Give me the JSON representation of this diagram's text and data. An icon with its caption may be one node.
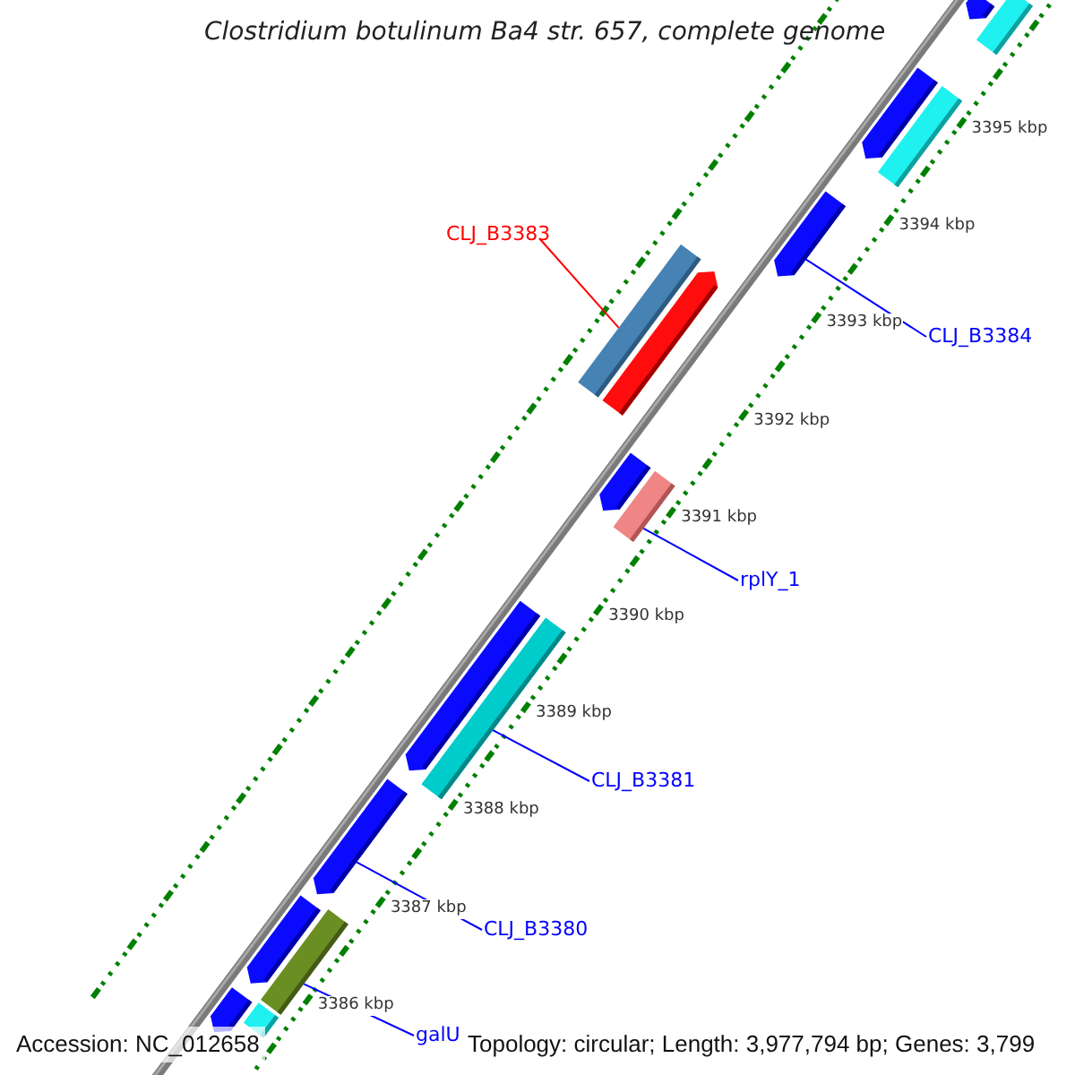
{
  "diagram": {
    "title": "Clostridium botulinum Ba4 str. 657, complete genome",
    "nodes": [
      {
        "text": [
          "CLJ_B3383"
        ]
      },
      {
        "text": [
          "CLJ_B3384"
        ]
      },
      {
        "text": [
          "rplY_1"
        ]
      },
      {
        "text": [
          "CLJ_B3381"
        ]
      },
      {
        "text": [
          "CLJ_B3380"
        ]
      },
      {
        "text": [
          "galU"
        ]
      },
      {
        "text": [],
        "shape": "bar"
      },
      {
        "text": [],
        "shape": "bar"
      },
      {
        "text": [],
        "shape": "bar"
      },
      {
        "text": [],
        "shape": "bar"
      },
      {
        "text": [],
        "shape": "bar"
      },
      {
        "text": [],
        "shape": "bar"
      },
      {
        "text": [],
        "shape": "bar"
      },
      {
        "text": [],
        "shape": "bar"
      },
      {
        "text": [],
        "shape": "bar"
      },
      {
        "text": [],
        "shape": "bar"
      },
      {
        "text": [],
        "shape": "bar"
      },
      {
        "text": [],
        "shape": "bar"
      },
      {
        "text": [],
        "shape": "bar"
      },
      {
        "text": [],
        "shape": "bar"
      },
      {
        "text": [],
        "shape": "bar"
      },
      {
        "text": [],
        "shape": "bar"
      }
    ],
    "edges": [
      {
        "from": 0,
        "to": 11,
        "arrow": "none",
        "color": "#ff0000"
      },
      {
        "from": 1,
        "to": 10,
        "arrow": "none"
      },
      {
        "from": 2,
        "to": 14,
        "arrow": "none"
      },
      {
        "from": 3,
        "to": 16,
        "arrow": "none"
      },
      {
        "from": 4,
        "to": 17,
        "arrow": "none"
      },
      {
        "from": 5,
        "to": 19,
        "arrow": "none"
      }
    ],
    "labels": [
      "3395 kbp",
      "3394 kbp",
      "3393 kbp",
      "3392 kbp",
      "3391 kbp",
      "3390 kbp",
      "3389 kbp",
      "3388 kbp",
      "3387 kbp",
      "3386 kbp",
      "Accession: NC_012658",
      "Topology: circular; Length: 3,977,794 bp; Genes: 3,799"
    ]
  }
}
